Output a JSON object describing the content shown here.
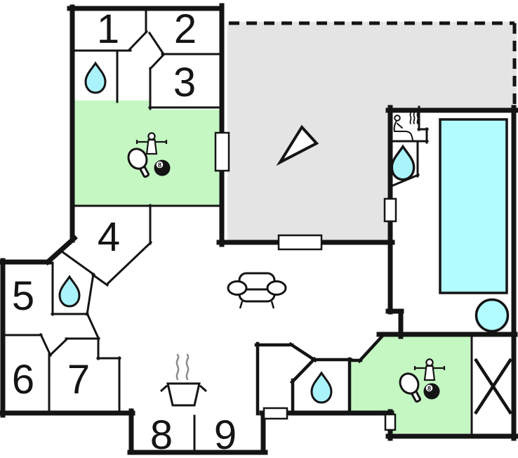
{
  "floor_plan": {
    "rooms": [
      {
        "label": "1"
      },
      {
        "label": "2"
      },
      {
        "label": "3"
      },
      {
        "label": "4"
      },
      {
        "label": "5"
      },
      {
        "label": "6"
      },
      {
        "label": "7"
      },
      {
        "label": "8"
      },
      {
        "label": "9"
      }
    ],
    "billiard_ball_label": "8",
    "colors": {
      "walls": "#141414",
      "game_room_green": "#c5f7c3",
      "water_cyan": "#aaf3fb",
      "pool_cyan": "#b2fbff",
      "terrace_gray": "#e4e4e4",
      "steam_gray": "#8a8a8a",
      "background": "#ffffff"
    }
  }
}
